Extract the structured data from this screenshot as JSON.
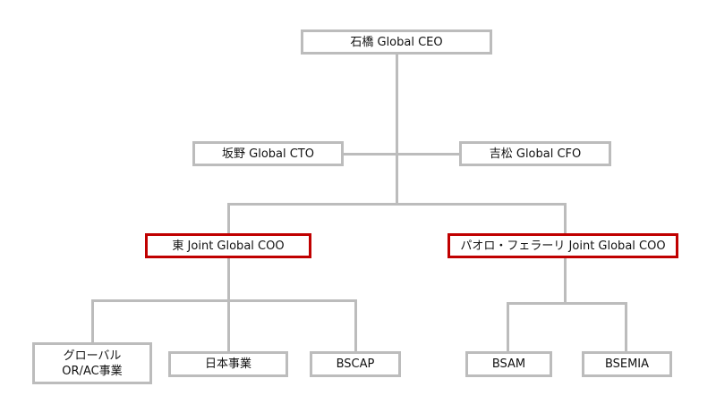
{
  "colors": {
    "line": "#bcbcbc",
    "highlight": "#c00000"
  },
  "ceo": "石橋 Global CEO",
  "cto": "坂野 Global CTO",
  "cfo": "吉松 Global CFO",
  "coo_left": "東 Joint Global COO",
  "coo_right": "パオロ・フェラーリ Joint Global COO",
  "left_children": [
    {
      "line1": "グローバル",
      "line2": "OR/AC事業"
    },
    {
      "label": "日本事業"
    },
    {
      "label": "BSCAP"
    }
  ],
  "right_children": [
    {
      "label": "BSAM"
    },
    {
      "label": "BSEMIA"
    }
  ]
}
